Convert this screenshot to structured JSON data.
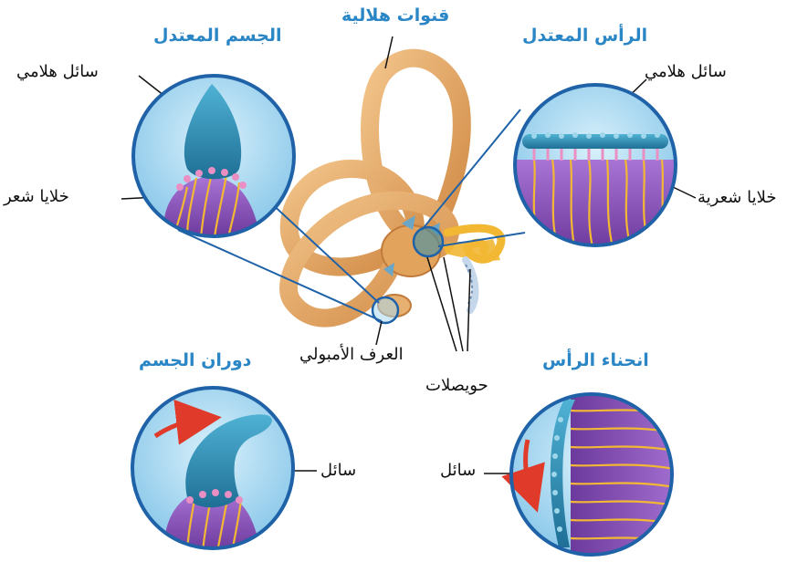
{
  "titles": {
    "semicircular_canals": "قنوات هلالية",
    "head_upright": "الرأس المعتدل",
    "body_upright": "الجسم المعتدل",
    "head_tilt": "انحناء الرأس",
    "body_rotation": "دوران الجسم"
  },
  "labels": {
    "gelatinous_fluid_left": "سائل هلامي",
    "hair_cells_left": "خلايا شعر",
    "gelatinous_fluid_right": "سائل هلامي",
    "hair_cells_right": "خلايا شعرية",
    "ampullary_crest": "العرف الأمبولي",
    "vesicles": "حويصلات",
    "fluid_left": "سائل",
    "fluid_right": "سائل"
  },
  "colors": {
    "title": "#2a86c4",
    "circle_ring": "#1f62a8",
    "circle_fill": "#a9d9f2",
    "canal": "#e2a35c",
    "cupula": "#2f8fb2",
    "hair_tissue": "#8a52b8",
    "nerve": "#f2b733",
    "arrow": "#e03a2a"
  }
}
